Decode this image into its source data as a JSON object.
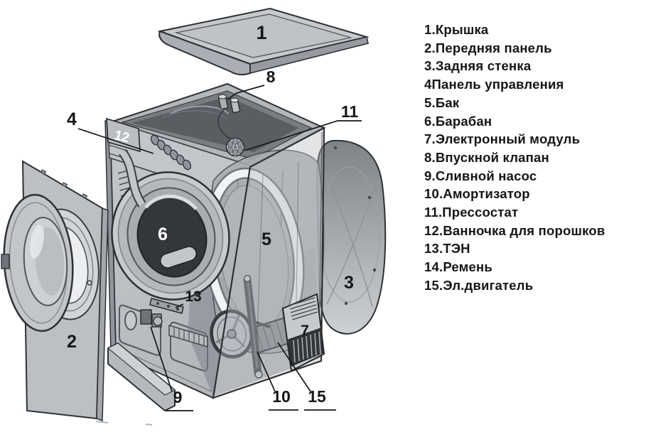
{
  "legend": {
    "items": [
      "1.Крышка",
      "2.Передняя панель",
      "3.Задняя стенка",
      "4Панель управления",
      "5.Бак",
      "6.Барабан",
      "7.Электронный модуль",
      "8.Впускной клапан",
      "9.Сливной насос",
      "10.Амортизатор",
      "11.Прессостат",
      "12.Ванночка для порошков",
      "13.ТЭН",
      "14.Ремень",
      "15.Эл.двигатель"
    ]
  },
  "callouts": {
    "lid": "1",
    "front_panel": "2",
    "rear_panel": "3",
    "control_panel": "4",
    "tub": "5",
    "drum": "6",
    "module": "7",
    "inlet_valve": "8",
    "drain_pump": "9",
    "shock_absorber": "10",
    "pressostat": "11",
    "detergent_tray": "12",
    "heater": "13",
    "motor": "15"
  },
  "colors": {
    "background": "#ffffff",
    "outline": "#2e3134",
    "metal_light": "#c6cacd",
    "metal_mid": "#b2b7bc",
    "metal_dark": "#6f747a",
    "interior_dark": "#595e63",
    "legend_text": "#151515",
    "label_on_dark": "#ffffff"
  }
}
